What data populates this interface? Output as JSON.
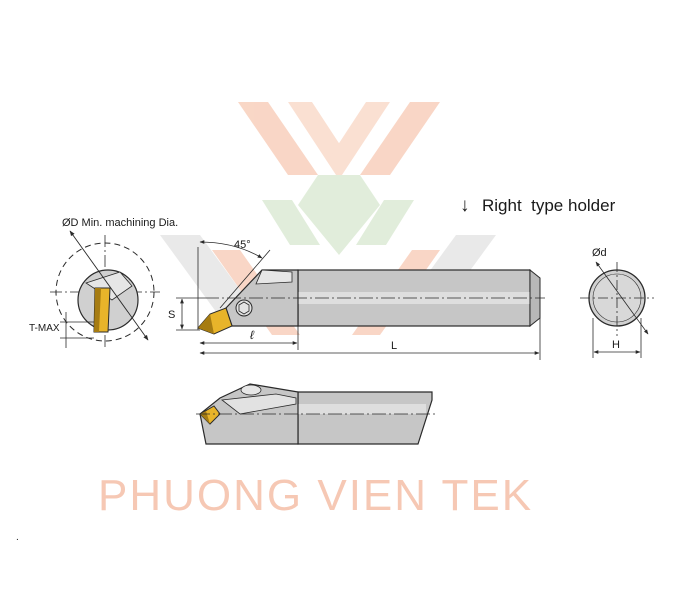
{
  "watermark": {
    "brand_text": "PHUONG VIEN TEK",
    "colors": {
      "orange": "#f7c9b3",
      "green": "#cfe3c7",
      "grey": "#dcdcdc"
    }
  },
  "header": {
    "arrow_glyph": "↓",
    "title": "Right  type holder"
  },
  "front_view": {
    "min_dia_label": "ØD Min. machining Dia.",
    "t_max_label": "T-MAX"
  },
  "top_view": {
    "angle_label": "45°",
    "s_label": "S",
    "l_small_label": "ℓ",
    "l_label": "L"
  },
  "section_view": {
    "d_label": "Ød",
    "h_label": "H"
  },
  "colors": {
    "body_fill": "#c5c5c5",
    "body_light": "#dcdcdc",
    "line": "#2a2a2a",
    "insert_gold": "#e8b42a",
    "insert_dark": "#a67c12"
  },
  "footer": {
    "mark": "."
  }
}
